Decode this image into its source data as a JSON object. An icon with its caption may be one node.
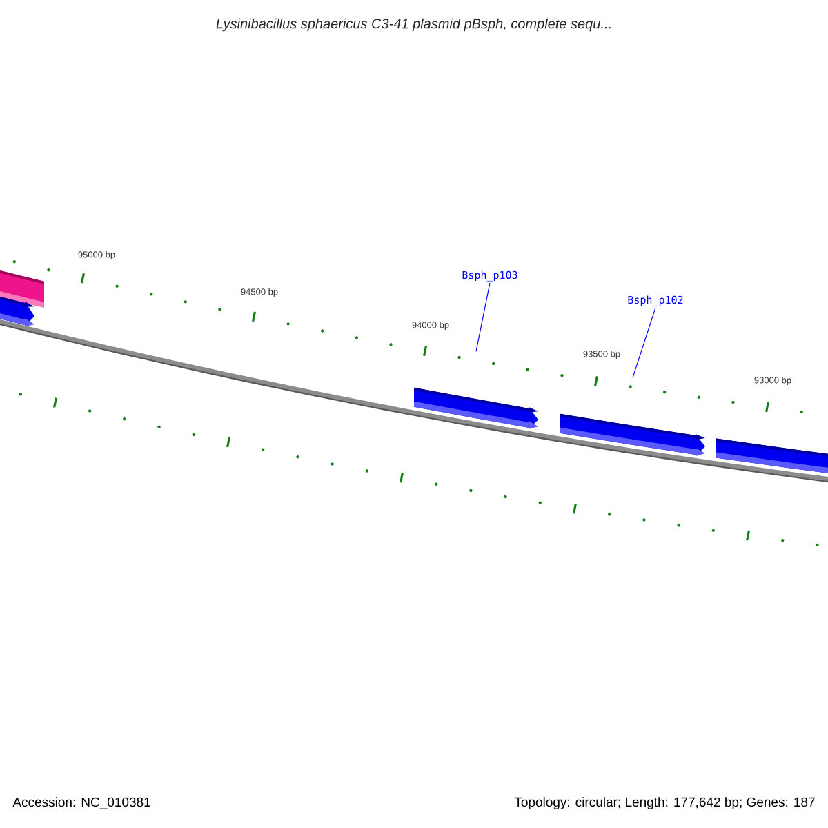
{
  "diagram": {
    "title": "Lysinibacillus sphaericus C3-41 plasmid pBsph, complete sequ...",
    "nodes": [
      {
        "text": [],
        "shape": "bar"
      },
      {
        "text": [],
        "shape": "pentagon"
      },
      {
        "text": [
          "Bsph_p103"
        ]
      },
      {
        "text": [],
        "shape": "pentagon"
      },
      {
        "text": [
          "Bsph_p102"
        ]
      },
      {
        "text": [],
        "shape": "pentagon"
      },
      {
        "text": [],
        "shape": "pentagon"
      }
    ],
    "edges": [
      {
        "from": 2,
        "to": 3,
        "arrow": "none"
      },
      {
        "from": 4,
        "to": 5,
        "arrow": "none"
      }
    ],
    "labels": [
      "95000 bp",
      "94500 bp",
      "94000 bp",
      "93500 bp",
      "93000 bp",
      "Accession: NC_010381",
      "Topology: circular; Length: 177,642 bp; Genes: 187"
    ]
  }
}
